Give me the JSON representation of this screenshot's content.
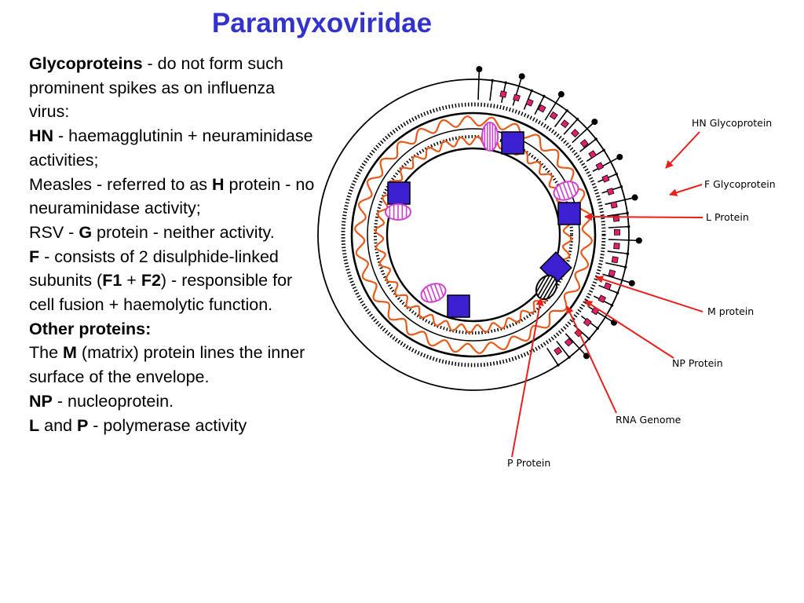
{
  "title": "Paramyxoviridae",
  "text": {
    "p1_bold": "Glycoproteins",
    "p1_rest": " - do not form such prominent spikes as on influenza virus:",
    "p2_bold": "HN",
    "p2_rest": " - haemagglutinin + neuraminidase activities;",
    "p3_a": "Measles - referred to as ",
    "p3_bold": "H",
    "p3_b": " protein - no neuraminidase activity;",
    "p4_a": "RSV - ",
    "p4_bold": "G",
    "p4_b": " protein - neither activity.",
    "p5_bold": "F",
    "p5_a": " - consists of 2 disulphide-linked subunits (",
    "p5_f1": "F1",
    "p5_plus": " + ",
    "p5_f2": "F2",
    "p5_b": ") - responsible for cell fusion + haemolytic function.",
    "p6_bold": "Other proteins:",
    "p7_a": "The ",
    "p7_bold": "M",
    "p7_b": " (matrix) protein lines the inner surface of the envelope.",
    "p8_bold": "NP",
    "p8_rest": " - nucleoprotein.",
    "p9_bold1": "L",
    "p9_and": " and ",
    "p9_bold2": "P",
    "p9_rest": " - polymerase activity"
  },
  "diagram": {
    "labels": {
      "hn": "HN Glycoprotein",
      "f": "F Glycoprotein",
      "l": "L Protein",
      "m": "M protein",
      "np": "NP Protein",
      "rna": "RNA Genome",
      "p": "P Protein"
    },
    "colors": {
      "arrow": "#e8201e",
      "rna": "#e85a1a",
      "l_protein": "#3b1fd0",
      "p_protein": "#d040d0",
      "m_protein": "#e0206a",
      "outline": "#000000"
    },
    "icons": {
      "arrow": "arrow-icon",
      "spike": "spike-icon"
    }
  }
}
